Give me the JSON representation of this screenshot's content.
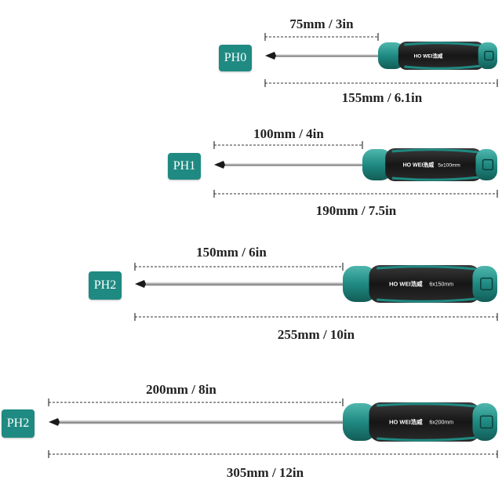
{
  "colors": {
    "handle_teal": "#1f8a82",
    "handle_black": "#1b1b1b",
    "badge_bg": "#1f8a82",
    "badge_text": "#ffffff",
    "dimension_line": "#333333"
  },
  "screwdrivers": [
    {
      "tip": "PH0",
      "shaft_length": "75mm / 3in",
      "total_length": "155mm / 6.1in",
      "brand_text": "HO WEI浩威",
      "size_text": ""
    },
    {
      "tip": "PH1",
      "shaft_length": "100mm / 4in",
      "total_length": "190mm / 7.5in",
      "brand_text": "HO WEI浩威",
      "size_text": "5x100mm"
    },
    {
      "tip": "PH2",
      "shaft_length": "150mm / 6in",
      "total_length": "255mm / 10in",
      "brand_text": "HO WEI浩威",
      "size_text": "6x150mm"
    },
    {
      "tip": "PH2",
      "shaft_length": "200mm / 8in",
      "total_length": "305mm / 12in",
      "brand_text": "HO WEI浩威",
      "size_text": "6x200mm"
    }
  ]
}
